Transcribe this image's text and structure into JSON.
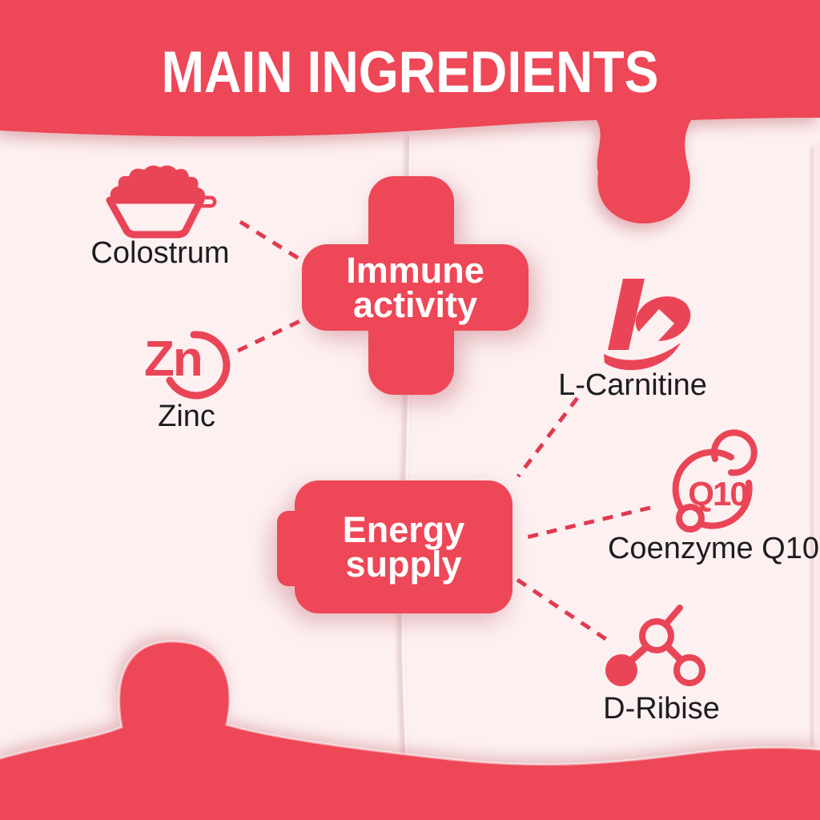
{
  "title": "MAIN INGREDIENTS",
  "colors": {
    "red": "#ee4757",
    "background_pink": "#fdf0f1",
    "label_text": "#1d1d1f",
    "white": "#ffffff",
    "dashed_line": "#e03a50"
  },
  "groups": {
    "immune": {
      "line1": "Immune",
      "line2": "activity",
      "shape": "medical-cross"
    },
    "energy": {
      "line1": "Energy",
      "line2": "supply",
      "shape": "battery"
    }
  },
  "ingredients": [
    {
      "name": "Colostrum",
      "icon": "scoop-icon",
      "group": "immune"
    },
    {
      "name": "Zinc",
      "icon": "zinc-symbol-icon",
      "icon_text": "Zn",
      "group": "immune"
    },
    {
      "name": "L-Carnitine",
      "icon": "l-carnitine-icon",
      "group": "energy"
    },
    {
      "name": "Coenzyme Q10",
      "icon": "q10-icon",
      "icon_text": "Q10",
      "group": "energy"
    },
    {
      "name": "D-Ribise",
      "icon": "molecule-icon",
      "group": "energy"
    }
  ],
  "connections": [
    {
      "from": "Colostrum",
      "to": "Immune activity"
    },
    {
      "from": "Zinc",
      "to": "Immune activity"
    },
    {
      "from": "L-Carnitine",
      "to": "Energy supply"
    },
    {
      "from": "Coenzyme Q10",
      "to": "Energy supply"
    },
    {
      "from": "D-Ribise",
      "to": "Energy supply"
    }
  ]
}
